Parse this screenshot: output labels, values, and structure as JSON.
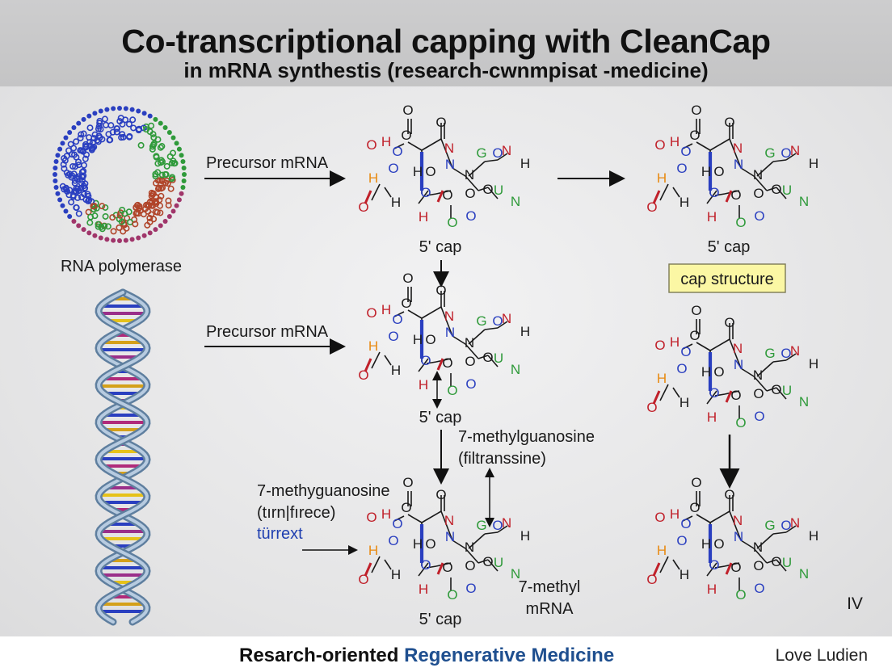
{
  "header": {
    "title": "Co-transcriptional capping with CleanCap",
    "subtitle": "in mRNA synthestis (research-cwnmpisat -medicine)"
  },
  "diagram": {
    "rna_polymerase_label": "RNA polymerase",
    "precursor_label_top": "Precursor mRNA",
    "precursor_label_mid": "Precursor mRNA",
    "cap_label_top_center": "5' cap",
    "cap_label_top_right": "5' cap",
    "cap_structure_label": "cap structure",
    "cap_label_mid_center": "5' cap",
    "methylguanosine_label_1": "7-methylguanosine",
    "methylguanosine_label_2": "(filtranssine)",
    "methyguanosine_left_1": "7-methyguanosine",
    "methyguanosine_left_2": "(tırn|fırece)",
    "methyguanosine_left_3": "türrext",
    "methyl_mrna_1": "7-methyl",
    "methyl_mrna_2": "mRNA",
    "cap_label_bottom_center": "5' cap",
    "roman_numeral": "IV"
  },
  "footer": {
    "text_plain": "Resarch-oriented ",
    "text_accent": "Regenerative Medicine",
    "author": "Love Ludien"
  },
  "colors": {
    "header_bg": "#c9c9ca",
    "accent_blue": "#1f4f8f",
    "cap_box": "#fbf7a4",
    "atom_red": "#c0202a",
    "atom_blue": "#2a3fc0",
    "atom_green": "#2f9a3a",
    "atom_orange": "#e88a12"
  }
}
